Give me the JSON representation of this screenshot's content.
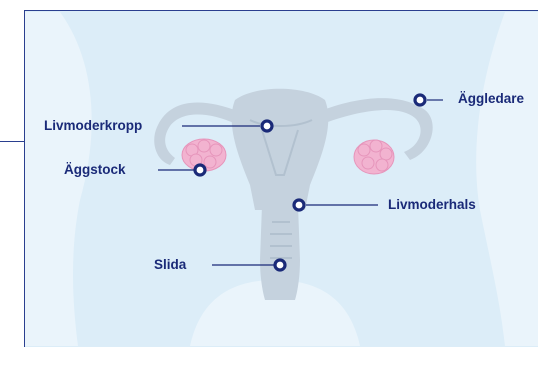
{
  "labels": {
    "fallopian_tube": "Äggledare",
    "uterus_body": "Livmoderkropp",
    "ovary": "Äggstock",
    "cervix": "Livmoderhals",
    "vagina": "Slida"
  },
  "colors": {
    "panel": "#dcedf8",
    "body_silhouette": "#eaf4fb",
    "organ": "#c5d2de",
    "ovary": "#f2b3d0",
    "marker": "#1a2a78",
    "label": "#1a2a78"
  }
}
